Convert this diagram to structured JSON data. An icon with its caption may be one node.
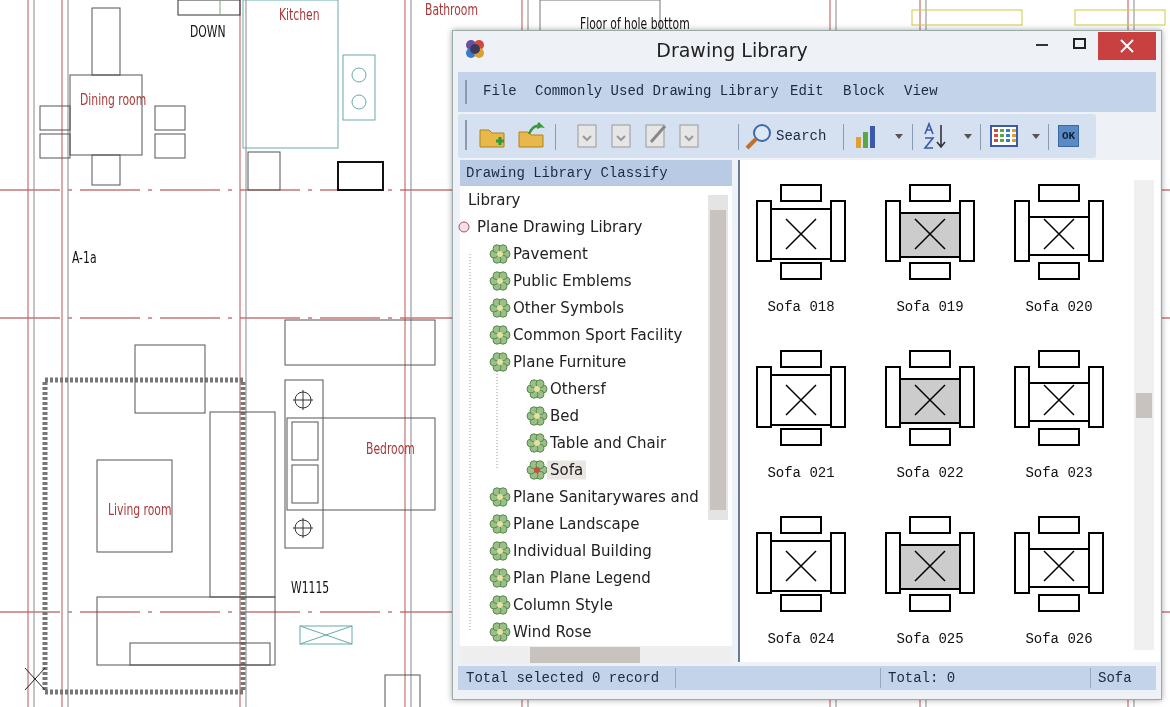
{
  "diagram": {
    "labels": [
      "DOWN",
      "Kitchen",
      "Bathroom",
      "Floor of hole bottom",
      "Dining room",
      "A-1a",
      "Living room",
      "Bedroom",
      "W1115",
      "Drawing Library",
      "File",
      "Commonly Used Drawing Library",
      "Edit",
      "Block",
      "View",
      "Search",
      "OK",
      "Drawing Library Classify",
      "Library",
      "Plane Drawing Library",
      "Pavement",
      "Public Emblems",
      "Other Symbols",
      "Common Sport Facility",
      "Plane Furniture",
      "Othersf",
      "Bed",
      "Table and Chair",
      "Sofa",
      "Plane Sanitarywares and",
      "Plane Landscape",
      "Individual Building",
      "Plan Plane Legend",
      "Column Style",
      "Wind Rose",
      "Sofa 018",
      "Sofa 019",
      "Sofa 020",
      "Sofa 021",
      "Sofa 022",
      "Sofa 023",
      "Sofa 024",
      "Sofa 025",
      "Sofa 026",
      "Total selected 0 record",
      "Total: 0",
      "Sofa"
    ]
  }
}
